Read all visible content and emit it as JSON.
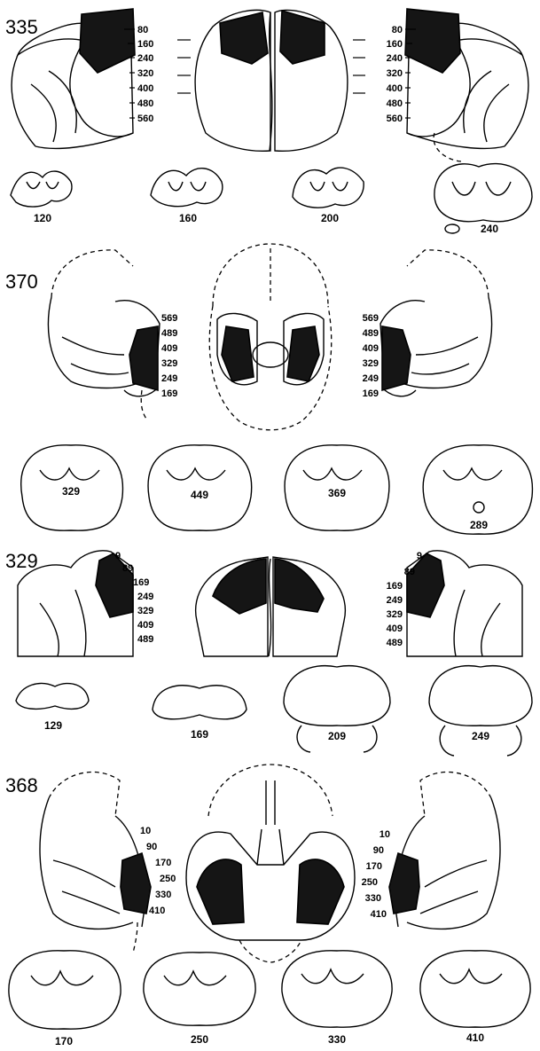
{
  "panels": [
    {
      "case_id": "335",
      "left_scale": [
        "80",
        "160",
        "240",
        "320",
        "400",
        "480",
        "560"
      ],
      "right_scale": [
        "80",
        "160",
        "240",
        "320",
        "400",
        "480",
        "560"
      ],
      "sections": [
        "120",
        "160",
        "200",
        "240"
      ]
    },
    {
      "case_id": "370",
      "left_scale": [
        "569",
        "489",
        "409",
        "329",
        "249",
        "169"
      ],
      "right_scale": [
        "569",
        "489",
        "409",
        "329",
        "249",
        "169"
      ],
      "sections": [
        "329",
        "449",
        "369",
        "289"
      ]
    },
    {
      "case_id": "329",
      "left_scale": [
        "9",
        "89",
        "169",
        "249",
        "329",
        "409",
        "489"
      ],
      "right_scale": [
        "9",
        "89",
        "169",
        "249",
        "329",
        "409",
        "489"
      ],
      "sections": [
        "129",
        "169",
        "209",
        "249"
      ]
    },
    {
      "case_id": "368",
      "left_scale": [
        "10",
        "90",
        "170",
        "250",
        "330",
        "410"
      ],
      "right_scale": [
        "10",
        "90",
        "170",
        "250",
        "330",
        "410"
      ],
      "sections": [
        "170",
        "250",
        "330",
        "410"
      ]
    }
  ],
  "colors": {
    "ink": "#000000",
    "lesion": "#151515",
    "paper": "#ffffff"
  }
}
